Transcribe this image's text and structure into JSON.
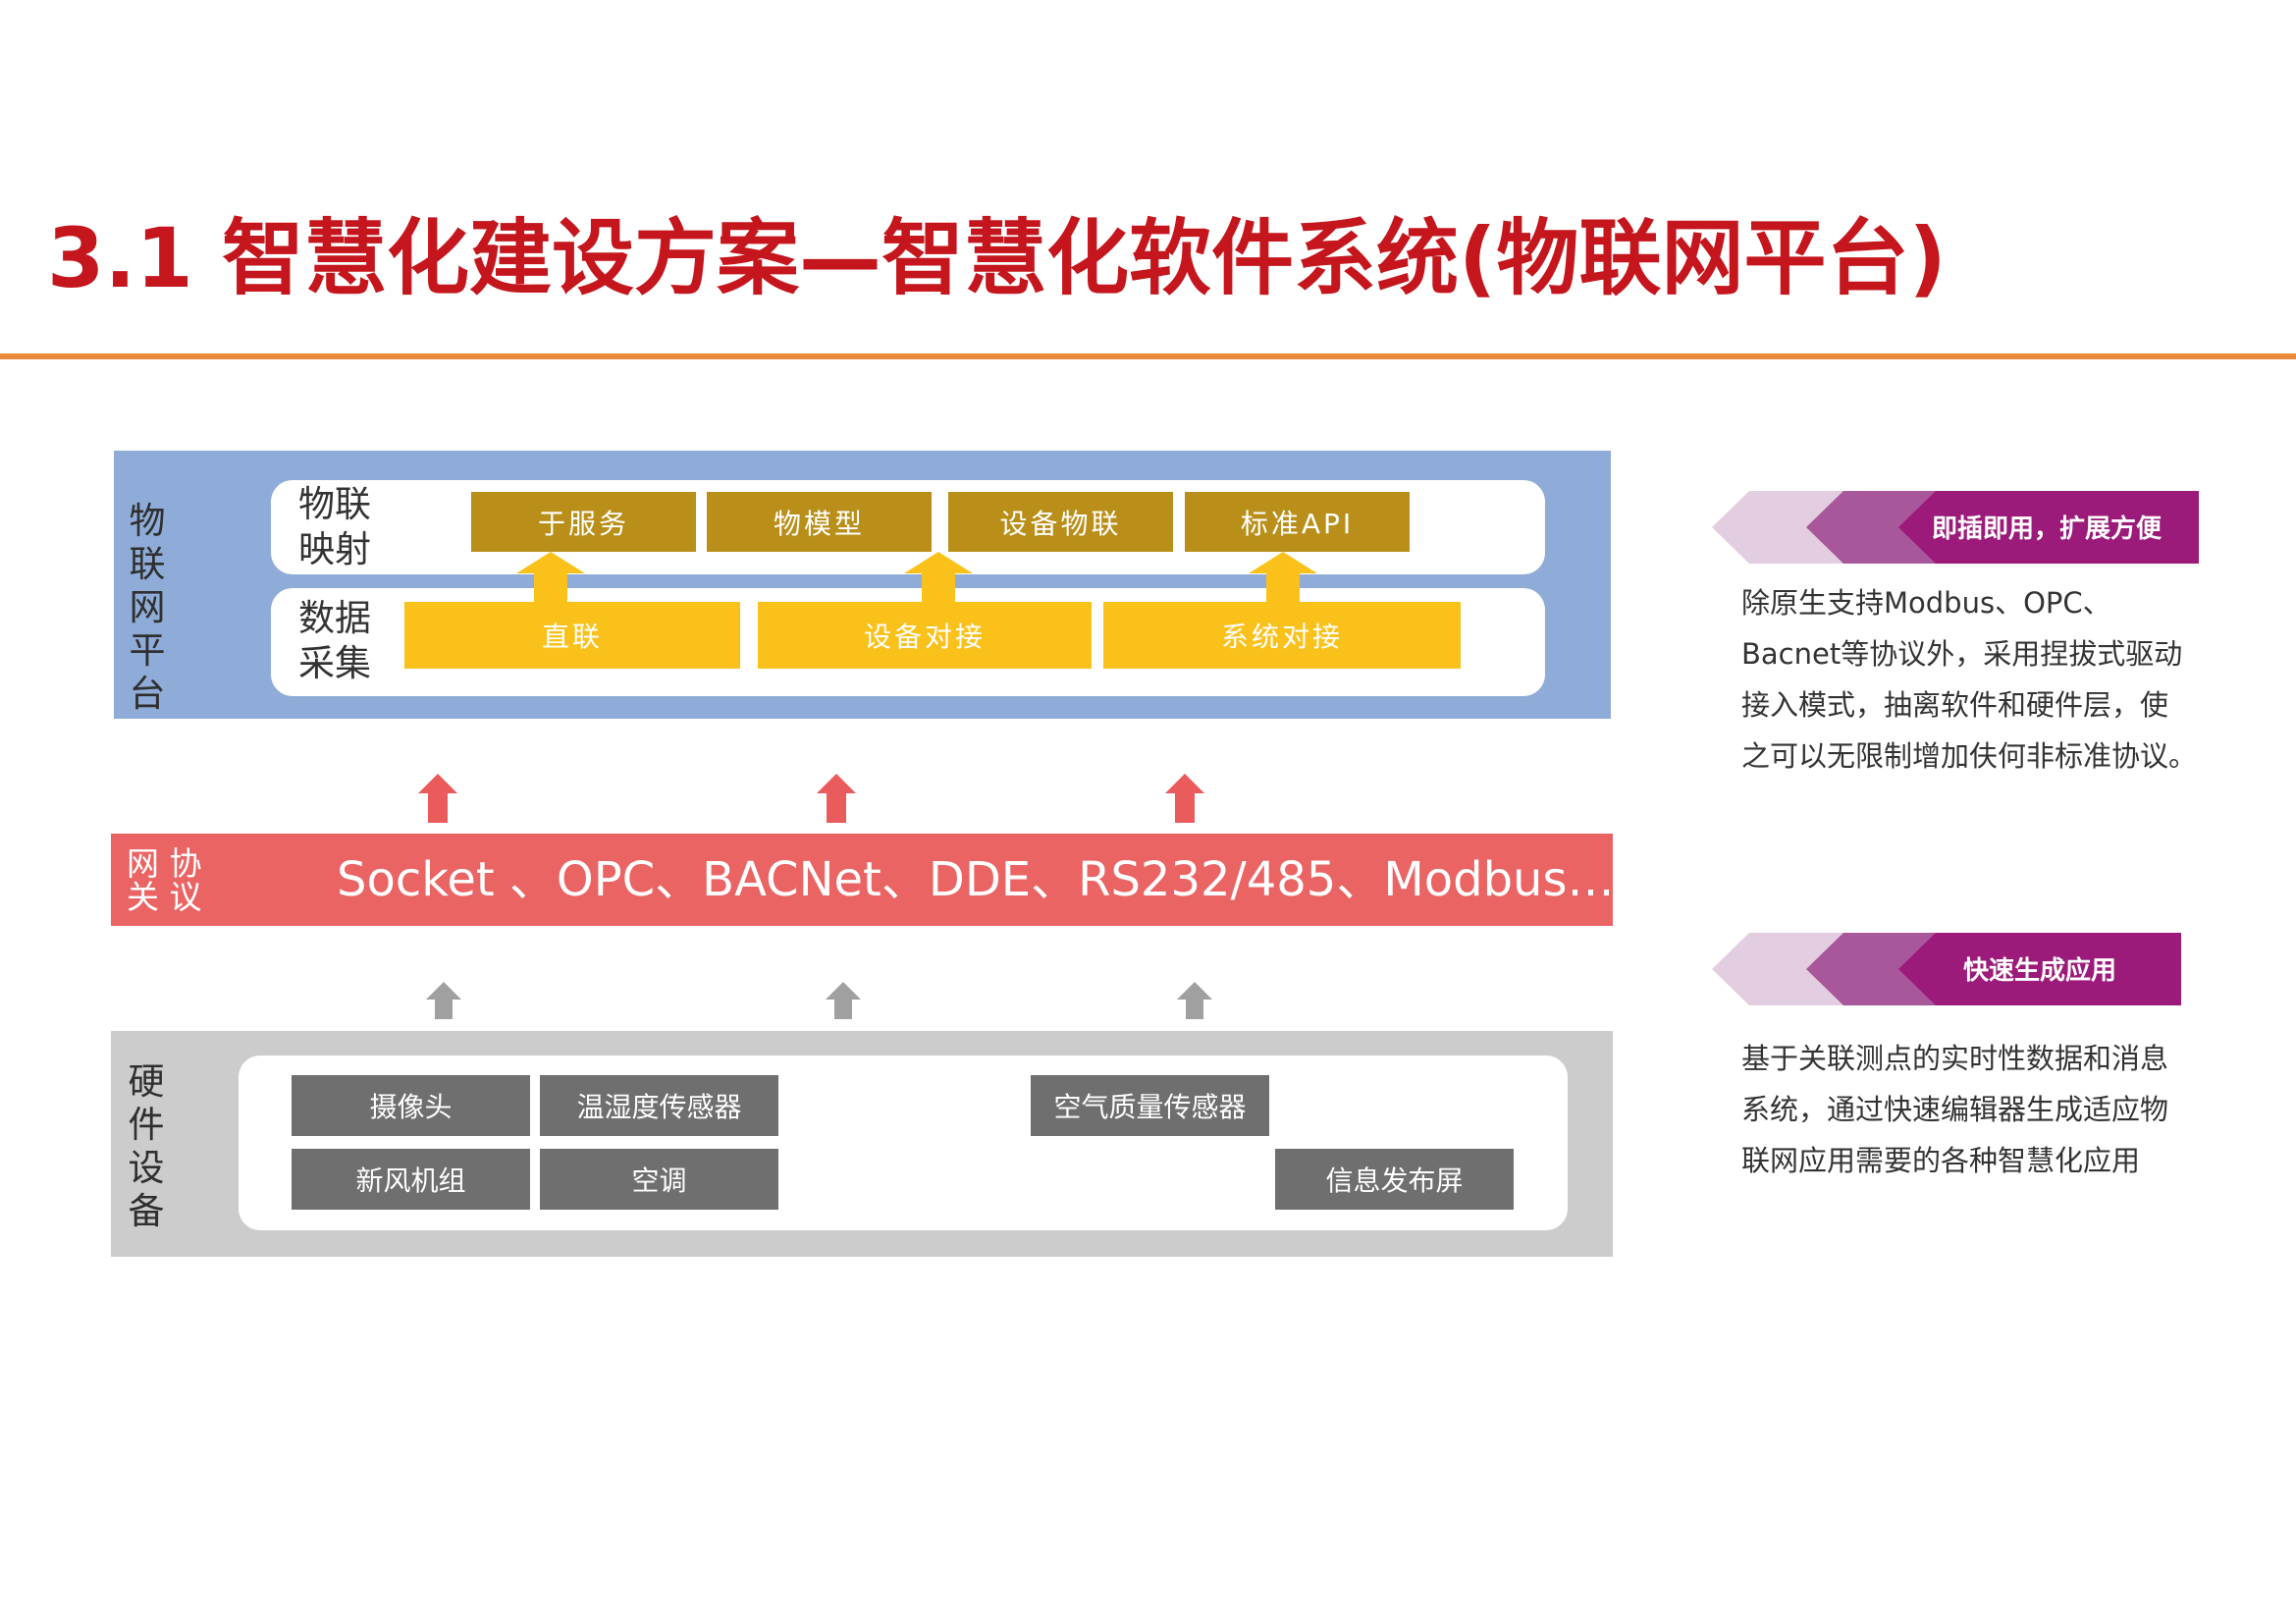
{
  "title": "3.1 智慧化建设方案—智慧化软件系统(物联网平台)",
  "iot_platform": {
    "side_label": [
      "物",
      "联",
      "网",
      "平",
      "台"
    ],
    "mapping_row": {
      "label_line1": "物联",
      "label_line2": "映射",
      "boxes": [
        "于服务",
        "物模型",
        "设备物联",
        "标准API"
      ]
    },
    "collection_row": {
      "label_line1": "数据",
      "label_line2": "采集",
      "boxes": [
        "直联",
        "设备对接",
        "系统对接"
      ]
    }
  },
  "protocol": {
    "label_line1": "网 协",
    "label_line2": "关 议",
    "text": "Socket 、OPC、BACNet、DDE、RS232/485、Modbus…"
  },
  "hardware": {
    "side_label": [
      "硬",
      "件",
      "设",
      "备"
    ],
    "devices": [
      "摄像头",
      "温湿度传感器",
      "空气质量传感器",
      "新风机组",
      "空调",
      "信息发布屏"
    ]
  },
  "features": [
    {
      "heading": "即插即用，扩展方便",
      "lines": [
        "除原生支持Modbus、OPC、",
        "Bacnet等协议外，采用捏拔式驱动",
        "接入模式，抽离软件和硬件层，使",
        "之可以无限制增加伕何非标准协议。"
      ]
    },
    {
      "heading": "快速生成应用",
      "lines": [
        "基于关联测点的实时性数据和消息",
        "系统，通过快速编辑器生成适应物",
        "联网应用需要的各种智慧化应用"
      ]
    }
  ],
  "colors": {
    "title": "#c4161c",
    "rule": "#e9893a",
    "platform_bg": "#8facd8",
    "gold": "#b98f1a",
    "yellow": "#fbc11b",
    "protocol_bg": "#ea6464",
    "hardware_bg": "#cccccc",
    "device_box": "#6f6f6f",
    "chevron_dark": "#9b1a7a",
    "chevron_mid": "#a9579b",
    "chevron_light": "#e3cde0"
  }
}
